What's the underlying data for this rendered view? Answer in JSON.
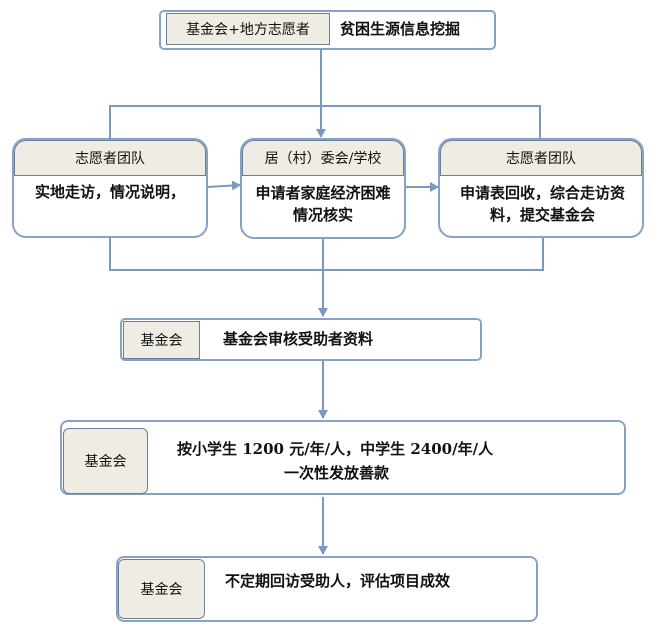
{
  "step1": {
    "tag": "基金会+地方志愿者",
    "text": "贫困生源信息挖掘"
  },
  "left": {
    "tag": "志愿者团队",
    "text": "实地走访，情况说明，"
  },
  "middle": {
    "tag": "居（村）委会/学校",
    "text": "申请者家庭经济困难情况核实"
  },
  "right": {
    "tag": "志愿者团队",
    "text": "申请表回收，综合走访资料，提交基金会"
  },
  "step3": {
    "tag": "基金会",
    "text": "基金会审核受助者资料"
  },
  "step4": {
    "tag": "基金会",
    "line1": "按小学生 1200 元/年/人，中学生 2400/年/人",
    "line2": "一次性发放善款"
  },
  "step5": {
    "tag": "基金会",
    "text": "不定期回访受助人，评估项目成效"
  },
  "colors": {
    "border": "#86a3c7",
    "arrow": "#7b98bf",
    "tag_fill": "#eeece3"
  }
}
